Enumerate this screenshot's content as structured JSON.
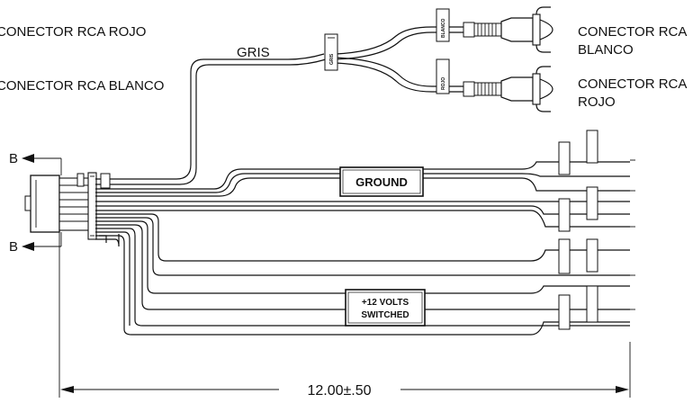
{
  "labels": {
    "rca_red_left": "CONECTOR RCA ROJO",
    "rca_white_left": "CONECTOR RCA BLANCO",
    "gris": "GRIS",
    "rca_white_right_1": "CONECTOR RCA",
    "rca_white_right_2": "BLANCO",
    "rca_red_right_1": "CONECTOR RCA",
    "rca_red_right_2": "ROJO",
    "b_top": "B",
    "b_bottom": "B",
    "ground": "GROUND",
    "volts_1": "+12  VOLTS",
    "volts_2": "SWITCHED",
    "dimension": "12.00±.50"
  }
}
